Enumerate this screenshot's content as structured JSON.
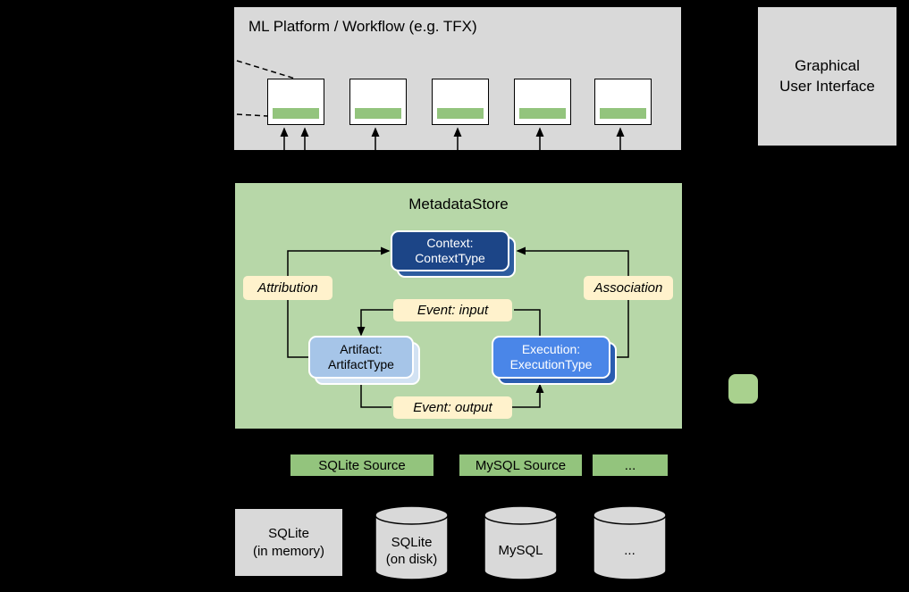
{
  "colors": {
    "background": "#000000",
    "panel_gray": "#d9d9d9",
    "store_green": "#b7d7a8",
    "bar_green": "#93c47d",
    "legend_green": "#a9d18e",
    "context_blue": "#1c4587",
    "execution_blue": "#4a86e8",
    "artifact_blue": "#a6c5e8",
    "label_cream": "#fff2cc"
  },
  "ml_platform": {
    "title": "ML Platform / Workflow (e.g. TFX)"
  },
  "gui": {
    "line1": "Graphical",
    "line2": "User Interface"
  },
  "metadata_store": {
    "title": "MetadataStore",
    "context_line1": "Context:",
    "context_line2": "ContextType",
    "artifact_line1": "Artifact:",
    "artifact_line2": "ArtifactType",
    "execution_line1": "Execution:",
    "execution_line2": "ExecutionType",
    "attribution": "Attribution",
    "association": "Association",
    "event_input": "Event: input",
    "event_output": "Event: output"
  },
  "sources": {
    "sqlite": "SQLite Source",
    "mysql": "MySQL Source",
    "more": "..."
  },
  "storage": {
    "memory_line1": "SQLite",
    "memory_line2": "(in memory)",
    "disk_line1": "SQLite",
    "disk_line2": "(on disk)",
    "mysql": "MySQL",
    "more": "..."
  }
}
